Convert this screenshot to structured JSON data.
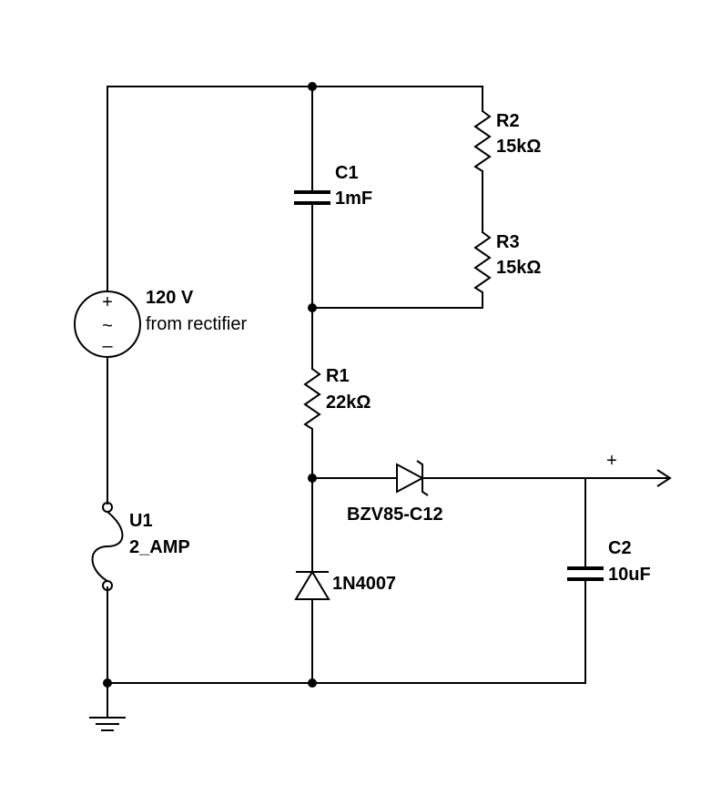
{
  "source": {
    "voltage": "120 V",
    "note": "from rectifier",
    "plus": "+",
    "minus": "–",
    "symbol": "~"
  },
  "fuse": {
    "ref": "U1",
    "value": "2_AMP"
  },
  "c1": {
    "ref": "C1",
    "value": "1mF"
  },
  "r2": {
    "ref": "R2",
    "value": "15kΩ"
  },
  "r3": {
    "ref": "R3",
    "value": "15kΩ"
  },
  "r1": {
    "ref": "R1",
    "value": "22kΩ"
  },
  "zener": {
    "part": "BZV85-C12"
  },
  "diode": {
    "part": "1N4007"
  },
  "c2": {
    "ref": "C2",
    "value": "10uF"
  },
  "output": {
    "polarity": "+"
  },
  "icons": [
    "ac-source-icon",
    "fuse-icon",
    "capacitor-icon",
    "resistor-icon",
    "zener-diode-icon",
    "diode-icon",
    "ground-icon",
    "output-arrow-icon"
  ]
}
